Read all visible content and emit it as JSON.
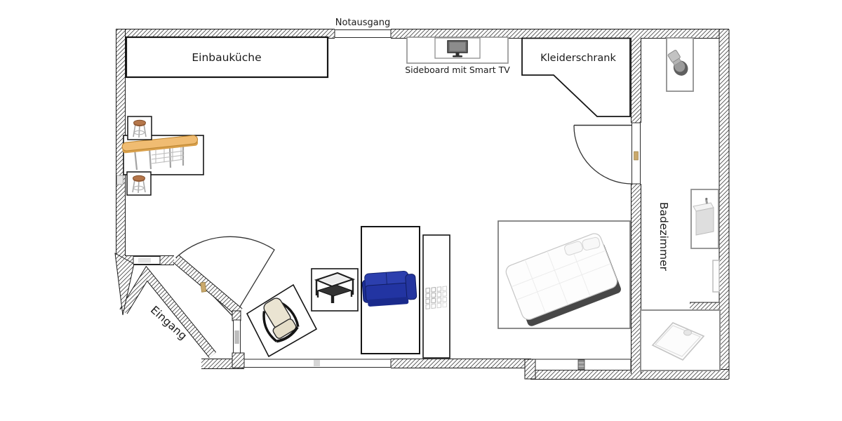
{
  "title": "Apartment floor plan",
  "labels": {
    "emergency_exit": "Notausgang",
    "kitchen": "Einbauküche",
    "sideboard": "Sideboard mit Smart TV",
    "wardrobe": "Kleiderschrank",
    "bathroom": "Badezimmer",
    "entrance": "Eingang"
  },
  "furniture_icons": [
    "bar-stool-icon",
    "bar-stool-icon",
    "bar-table-icon",
    "tv-icon",
    "armchair-icon",
    "coffee-table-icon",
    "sofa-icon",
    "shelf-icon",
    "double-bed-icon",
    "toilet-icon",
    "washbasin-icon",
    "shower-tray-icon"
  ],
  "colors": {
    "wall_line": "#1b1b1b",
    "hatch_line": "#4a4a4a",
    "door_handle_tan": "#c9a86b",
    "sofa_blue": "#2438a2",
    "sofa_blue_dark": "#101d61",
    "wood_tan": "#eaaf63",
    "stool_seat": "#b5764a",
    "fixture_border_gray": "#8f8f8f",
    "furniture_border_black": "#151515"
  }
}
